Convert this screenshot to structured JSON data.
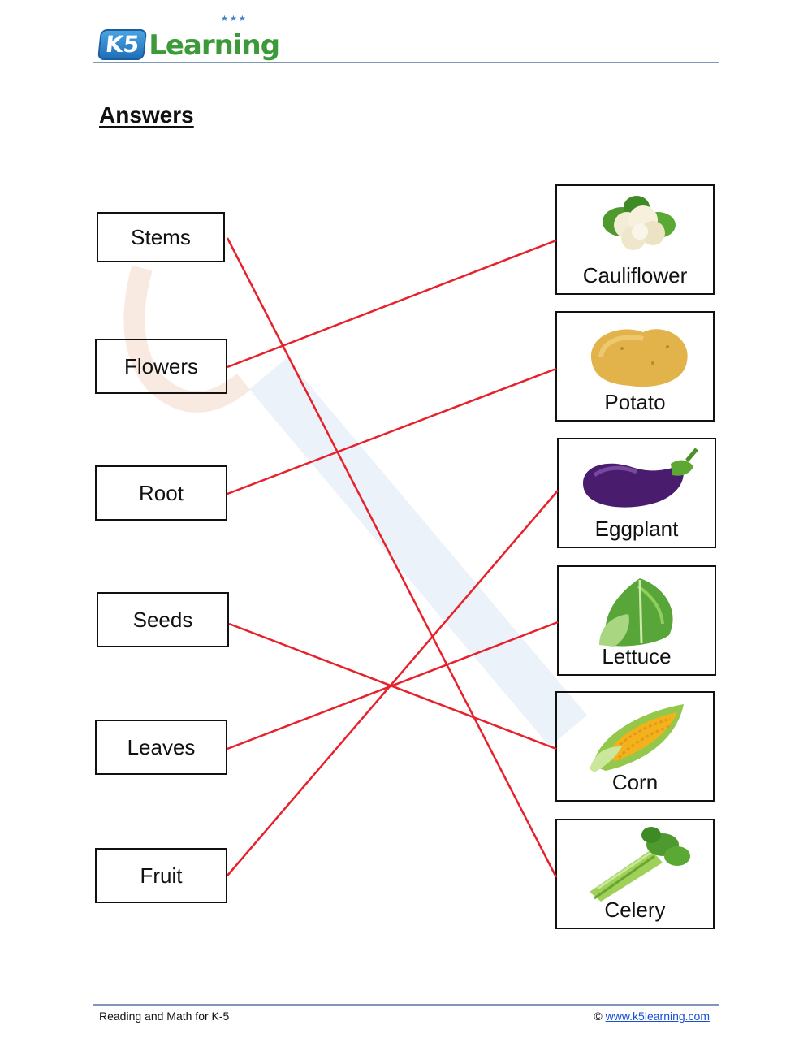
{
  "header": {
    "logo_k5": "K5",
    "logo_text": "Learning"
  },
  "title": "Answers",
  "labels": [
    "Stems",
    "Flowers",
    "Root",
    "Seeds",
    "Leaves",
    "Fruit"
  ],
  "vegetables": [
    "Cauliflower",
    "Potato",
    "Eggplant",
    "Lettuce",
    "Corn",
    "Celery"
  ],
  "matches": [
    {
      "label": "Stems",
      "vegetable": "Celery"
    },
    {
      "label": "Flowers",
      "vegetable": "Cauliflower"
    },
    {
      "label": "Root",
      "vegetable": "Potato"
    },
    {
      "label": "Seeds",
      "vegetable": "Corn"
    },
    {
      "label": "Leaves",
      "vegetable": "Lettuce"
    },
    {
      "label": "Fruit",
      "vegetable": "Eggplant"
    }
  ],
  "colors": {
    "match_line": "#e8202a",
    "rule": "#7e98b8",
    "link": "#1a4fd1"
  },
  "footer": {
    "left": "Reading and Math for K-5",
    "copyright": "©",
    "url": "www.k5learning.com"
  }
}
